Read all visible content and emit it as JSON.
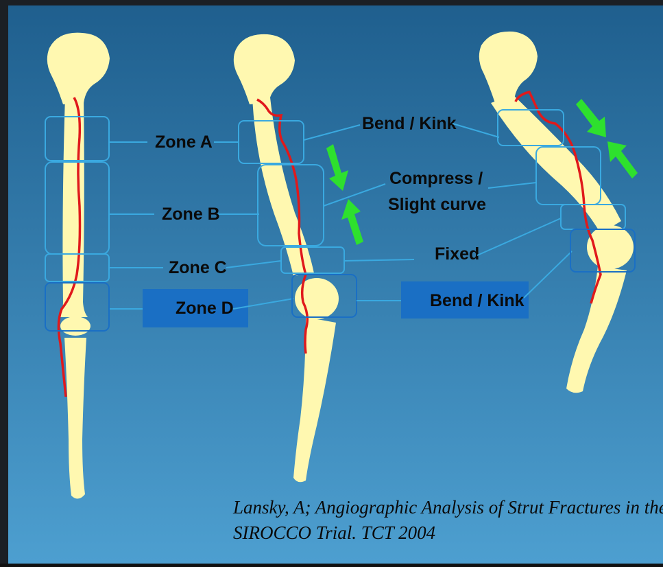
{
  "zones": {
    "a": "Zone A",
    "b": "Zone B",
    "c": "Zone C",
    "d": "Zone D"
  },
  "annotations": {
    "bend_kink_top": "Bend / Kink",
    "compress_line1": "Compress /",
    "compress_line2": "Slight curve",
    "fixed": "Fixed",
    "bend_kink_bottom": "Bend / Kink"
  },
  "citation": {
    "line1": "Lansky, A; Angiographic Analysis of Strut Fractures in the",
    "line2": "SIROCCO Trial.  TCT 2004"
  },
  "colors": {
    "background_top": "#1f5f8e",
    "background_bottom": "#4d9fd0",
    "bone": "#fff8b0",
    "artery": "#e0191b",
    "zone_outline": "#3aa9e0",
    "highlight_box": "#1a6fc4",
    "arrow": "#2ee02e",
    "frame": "#1b1f24"
  }
}
